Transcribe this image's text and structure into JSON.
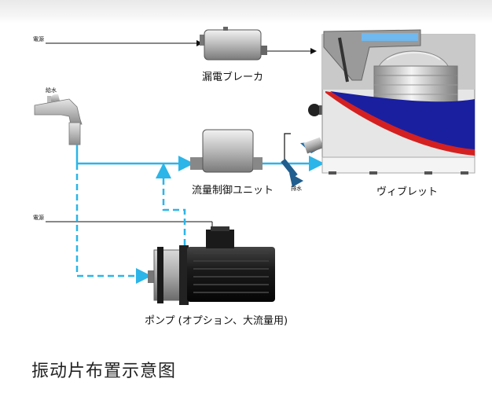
{
  "diagram": {
    "labels": {
      "power_top": "電源",
      "power_mid": "電源",
      "water_supply": "給水",
      "breaker": "漏電ブレーカ",
      "flow_unit": "流量制御ユニット",
      "drain": "排水",
      "vibrator": "ヴィブレット",
      "pump": "ポンプ (オプション、大流量用)"
    },
    "colors": {
      "water_line": "#2bb5e8",
      "machine_red": "#d42020",
      "machine_blue": "#1a1fa0",
      "drain_arrow": "#1f5e8f"
    }
  },
  "caption": "振动片布置示意图"
}
